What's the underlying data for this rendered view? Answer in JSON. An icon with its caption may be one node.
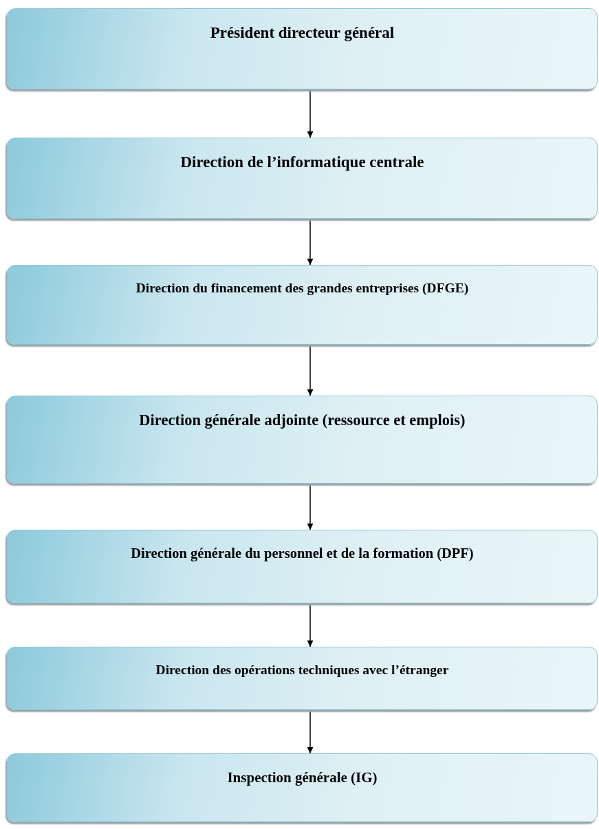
{
  "diagram": {
    "nodes": [
      {
        "text": [
          "Président directeur général"
        ]
      },
      {
        "text": [
          "Direction de l’informatique centrale"
        ]
      },
      {
        "text": [
          "Direction du financement des grandes entreprises (DFGE)"
        ]
      },
      {
        "text": [
          "Direction générale adjointe (ressource et emplois)"
        ]
      },
      {
        "text": [
          "Direction générale du personnel et de la formation (DPF)"
        ]
      },
      {
        "text": [
          "Direction des opérations techniques avec l’étranger"
        ]
      },
      {
        "text": [
          "Inspection générale (IG)"
        ]
      }
    ],
    "edges": [
      {
        "from": 0,
        "to": 1,
        "arrow": "to"
      },
      {
        "from": 1,
        "to": 2,
        "arrow": "to"
      },
      {
        "from": 2,
        "to": 3,
        "arrow": "to"
      },
      {
        "from": 3,
        "to": 4,
        "arrow": "to"
      },
      {
        "from": 4,
        "to": 5,
        "arrow": "to"
      },
      {
        "from": 5,
        "to": 6,
        "arrow": "to"
      }
    ]
  }
}
